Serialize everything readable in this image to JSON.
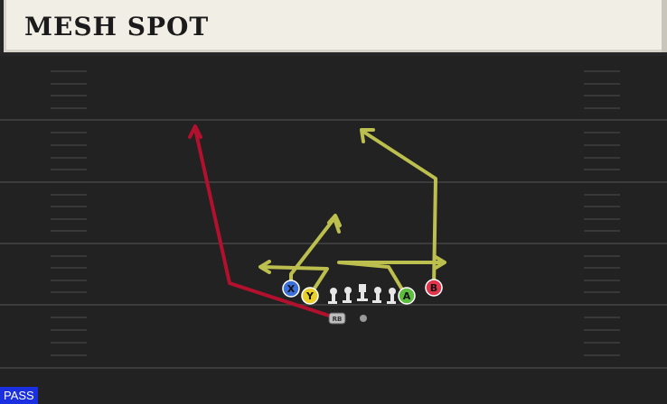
{
  "play": {
    "title": "MESH SPOT",
    "type": "PASS"
  },
  "players": {
    "x": {
      "label": "X",
      "color": "#3d6fd8"
    },
    "y": {
      "label": "Y",
      "color": "#e9cf2a"
    },
    "a": {
      "label": "A",
      "color": "#5ebd3e"
    },
    "b": {
      "label": "B",
      "color": "#e0354a"
    },
    "rb": {
      "label": "RB"
    }
  },
  "routes": {
    "rb_route_color": "#b3102e",
    "receiver_route_color": "#bcbf4e"
  },
  "colors": {
    "field": "#222222",
    "header": "#f1eee6",
    "badge": "#1a2fe0"
  }
}
